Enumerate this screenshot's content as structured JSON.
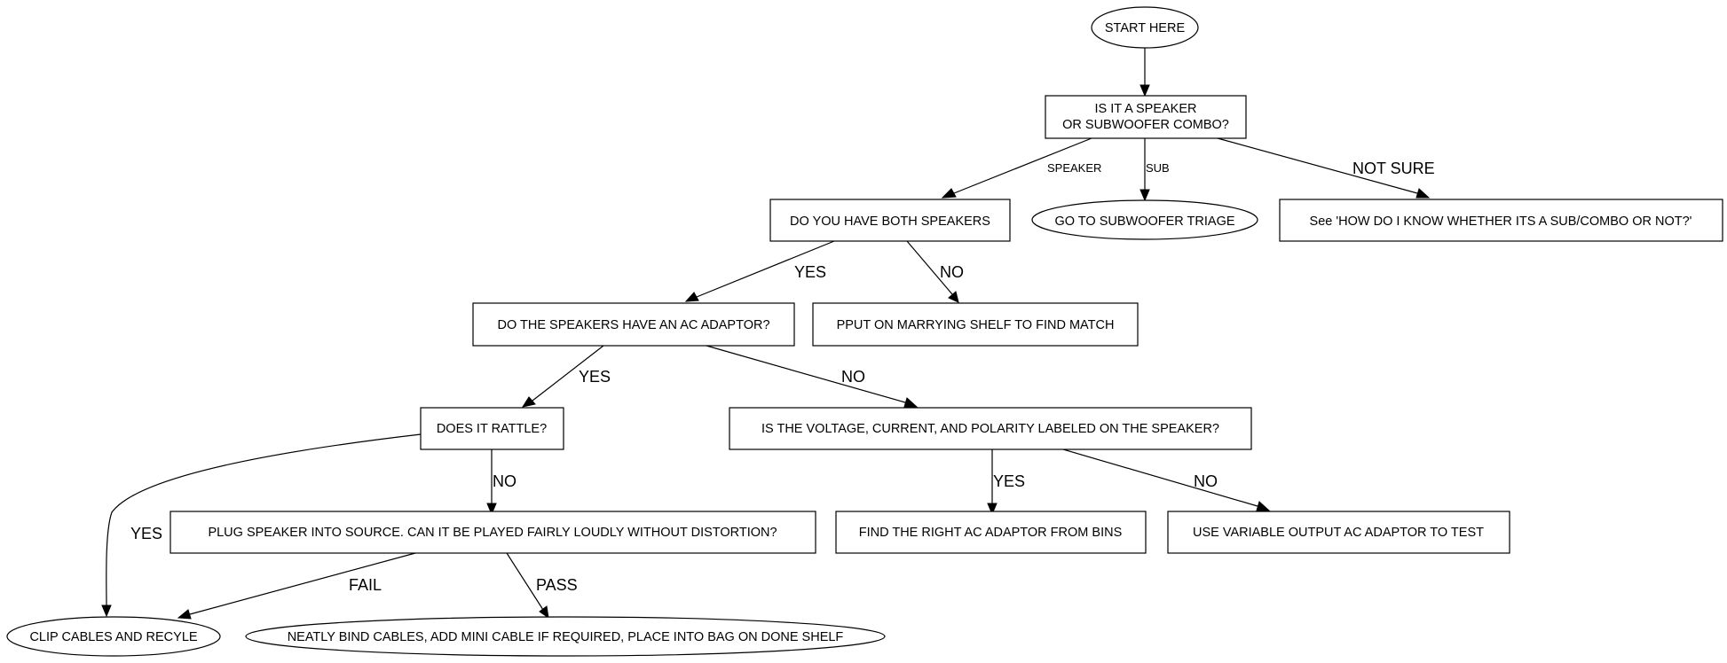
{
  "nodes": {
    "start": "START HERE",
    "speaker_or_sub_line1": "IS IT A SPEAKER",
    "speaker_or_sub_line2": "OR SUBWOOFER COMBO?",
    "both_speakers": "DO YOU HAVE BOTH SPEAKERS",
    "subwoofer_triage": "GO TO SUBWOOFER TRIAGE",
    "not_sure_ref": "See 'HOW DO I KNOW WHETHER ITS A SUB/COMBO OR NOT?'",
    "ac_adaptor": "DO THE SPEAKERS HAVE AN AC ADAPTOR?",
    "marrying_shelf": "PPUT ON MARRYING SHELF TO FIND MATCH",
    "rattle": "DOES IT RATTLE?",
    "voltage_labeled": "IS THE VOLTAGE, CURRENT, AND POLARITY LABELED ON THE SPEAKER?",
    "plug_speaker": "PLUG SPEAKER INTO SOURCE. CAN IT BE PLAYED FAIRLY LOUDLY WITHOUT DISTORTION?",
    "find_adaptor": "FIND THE RIGHT AC ADAPTOR FROM BINS",
    "variable_adaptor": "USE VARIABLE OUTPUT AC ADAPTOR TO TEST",
    "clip_recycle": "CLIP CABLES AND RECYLE",
    "bind_cables": "NEATLY BIND CABLES, ADD MINI CABLE IF REQUIRED, PLACE INTO BAG ON DONE SHELF"
  },
  "edge_labels": {
    "speaker": "SPEAKER",
    "sub": "SUB",
    "not_sure": "NOT SURE",
    "both_yes": "YES",
    "both_no": "NO",
    "ac_yes": "YES",
    "ac_no": "NO",
    "rattle_yes": "YES",
    "rattle_no": "NO",
    "voltage_yes": "YES",
    "voltage_no": "NO",
    "plug_fail": "FAIL",
    "plug_pass": "PASS"
  }
}
